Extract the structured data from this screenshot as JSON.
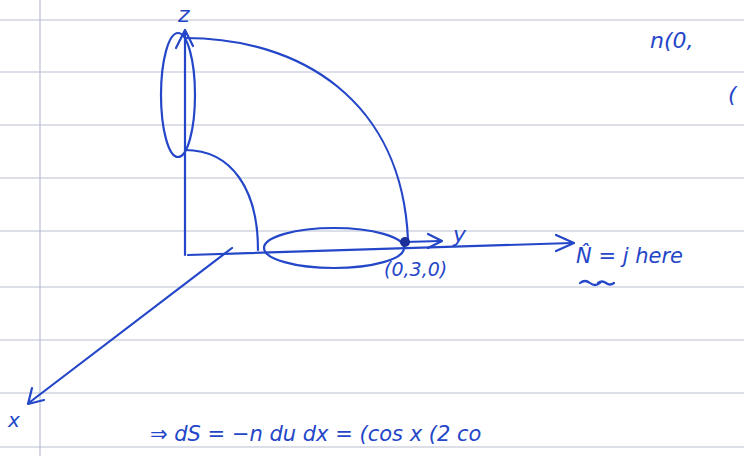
{
  "diagram": {
    "labels": [
      "z",
      "y",
      "x",
      "(0,3,0)",
      "N̂ = j here",
      "n(0,",
      "(",
      "⇒ dS = −n du dx = (cos x (2 co"
    ]
  }
}
